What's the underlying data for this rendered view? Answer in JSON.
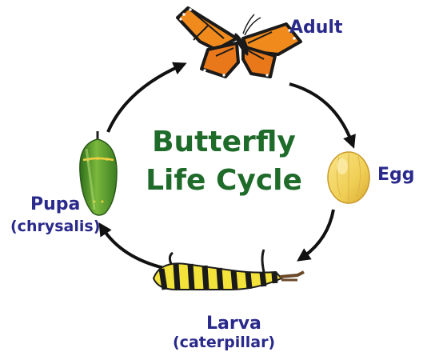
{
  "title": {
    "line1": "Butterfly",
    "line2": "Life Cycle"
  },
  "stages": {
    "adult": {
      "label": "Adult"
    },
    "egg": {
      "label": "Egg"
    },
    "larva": {
      "label": "Larva",
      "sublabel": "(caterpillar)"
    },
    "pupa": {
      "label": "Pupa",
      "sublabel": "(chrysalis)"
    }
  },
  "colors": {
    "title": "#1e6b2a",
    "labels": "#2a2a8c",
    "arrows": "#111111",
    "butterfly_orange": "#f08a1c",
    "egg_yellow": "#f2d25c",
    "chrysalis_green": "#5aa02c"
  }
}
